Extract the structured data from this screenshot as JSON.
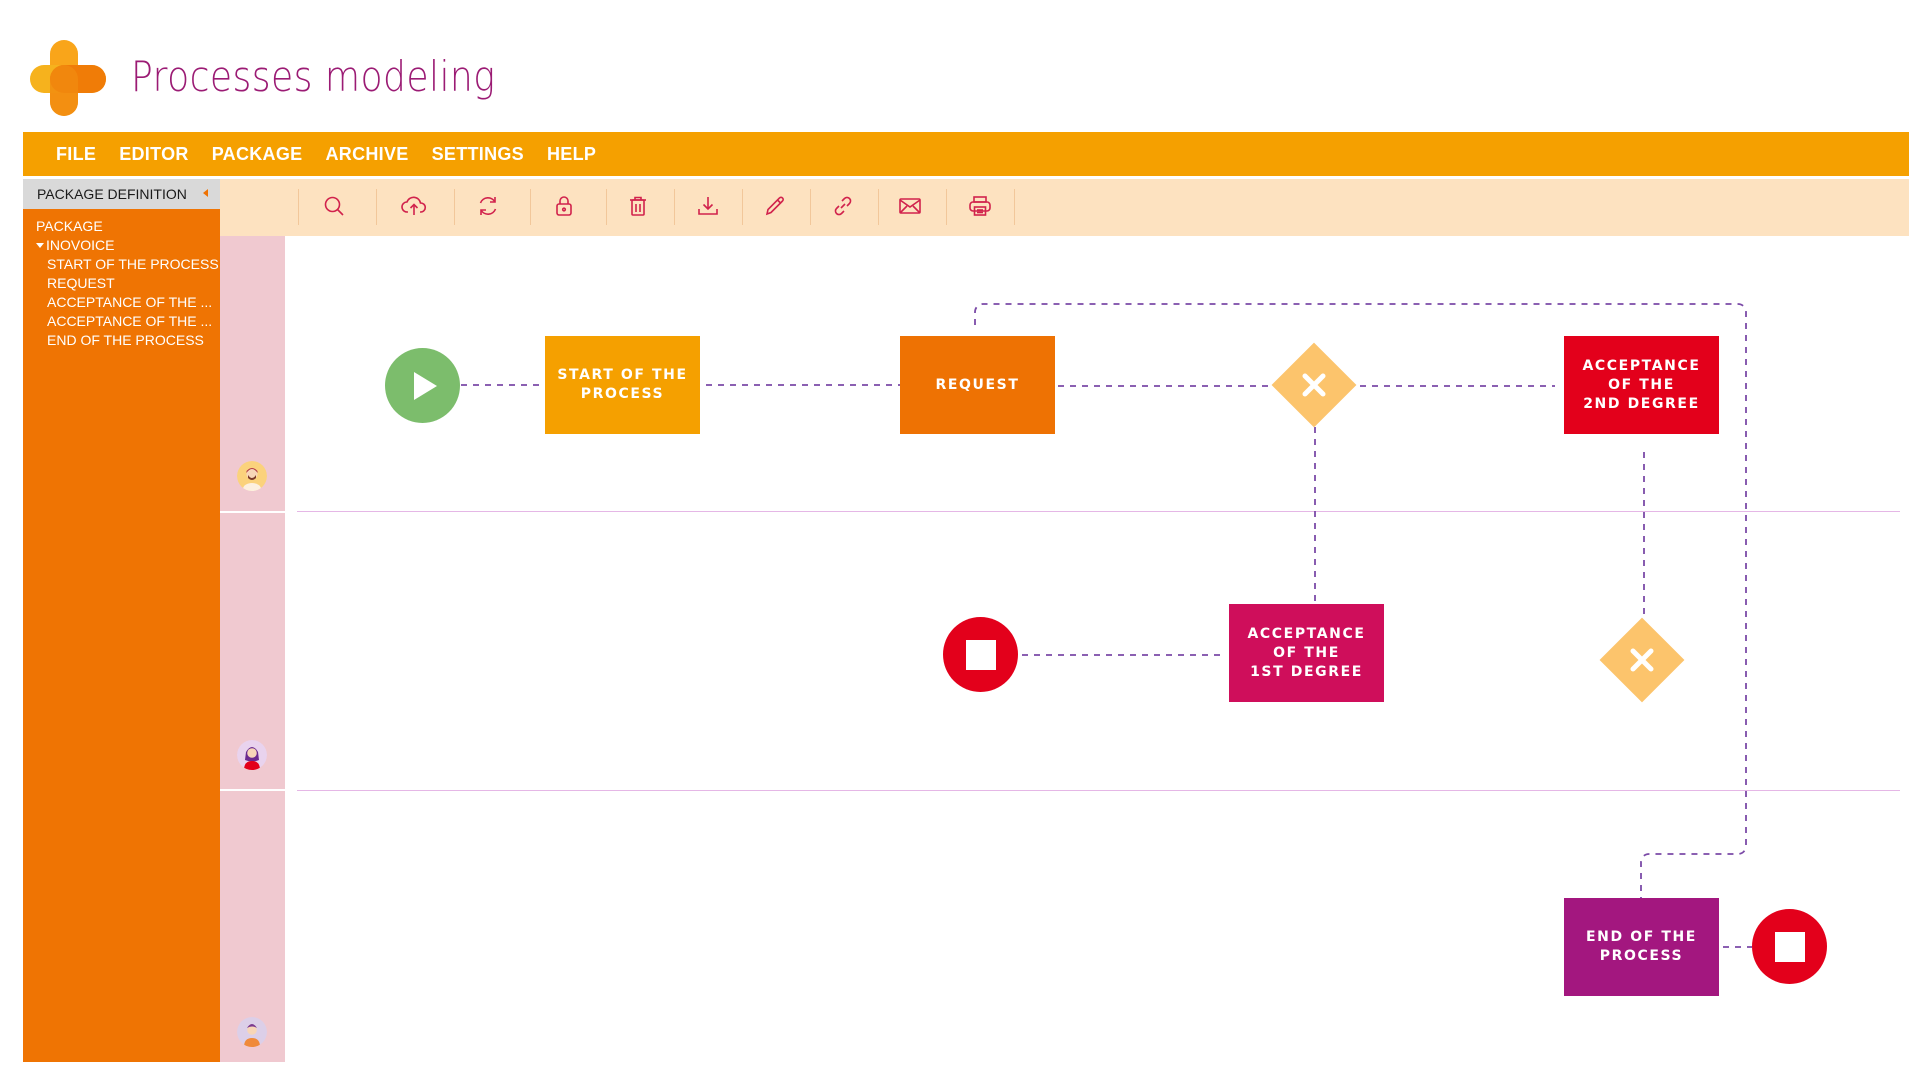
{
  "app": {
    "title": "Processes modeling"
  },
  "menu": [
    "FILE",
    "EDITOR",
    "PACKAGE",
    "ARCHIVE",
    "SETTINGS",
    "HELP"
  ],
  "sidebar": {
    "header": "PACKAGE DEFINITION",
    "root": "PACKAGE",
    "group": "INOVOICE",
    "items": [
      "START OF THE PROCESS",
      "REQUEST",
      "ACCEPTANCE OF THE ...",
      "ACCEPTANCE OF THE ...",
      "END OF THE PROCESS"
    ]
  },
  "toolbar": {
    "icons": [
      "search-icon",
      "cloud-upload-icon",
      "refresh-icon",
      "lock-icon",
      "trash-icon",
      "download-icon",
      "pencil-icon",
      "link-icon",
      "mail-icon",
      "print-icon"
    ]
  },
  "diagram": {
    "tasks": {
      "start": "START OF THE\nPROCESS",
      "request": "REQUEST",
      "acceptance2": "ACCEPTANCE\nOF THE\n2ND DEGREE",
      "acceptance1": "ACCEPTANCE\nOF THE\n1ST DEGREE",
      "end": "END OF THE\nPROCESS"
    }
  },
  "colors": {
    "accent": "#f5a000",
    "sidebar": "#ef7403",
    "toolbar": "#fde2c0",
    "lane_strip": "#f0c9d0",
    "title": "#9b1b74",
    "start_task": "#f5a000",
    "request_task": "#ee7203",
    "acceptance2_task": "#e3001b",
    "acceptance1_task": "#cf0e5b",
    "end_task": "#a3177f",
    "start_event": "#7cbd6c",
    "end_event": "#e3001b",
    "gateway": "#fcc46c",
    "connector": "#7b4aa7"
  }
}
